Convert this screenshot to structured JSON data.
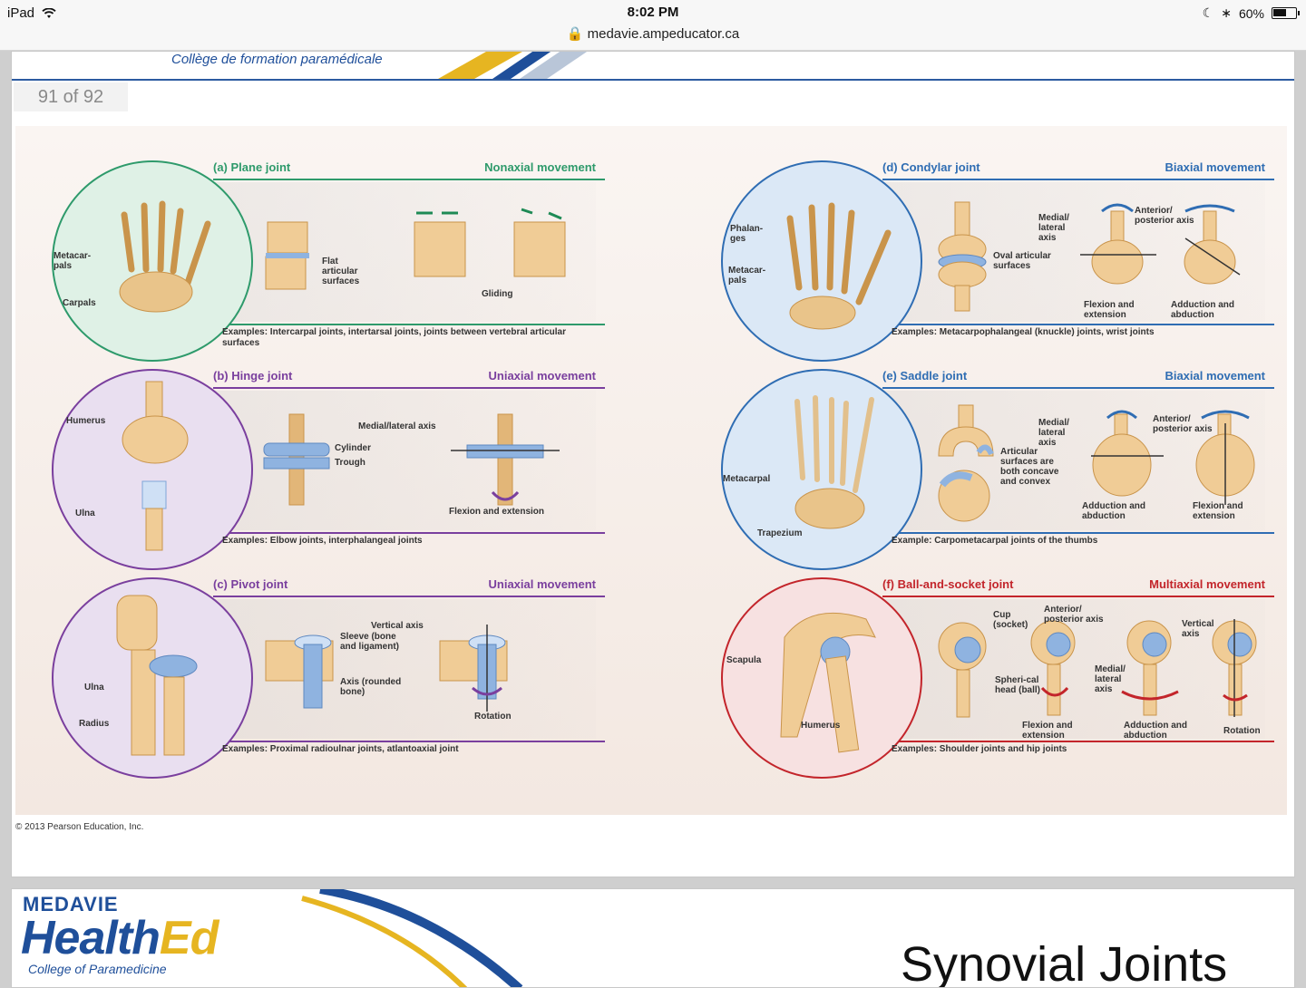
{
  "status_bar": {
    "device": "iPad",
    "time": "8:02 PM",
    "url": "medavie.ampeducator.ca",
    "battery": "60%",
    "battery_level": 0.6
  },
  "slide": {
    "college": "Collège de formation paramédicale",
    "counter": "91 of 92",
    "copyright": "© 2013 Pearson Education, Inc."
  },
  "colors": {
    "green": "#2e9a6b",
    "purple": "#7a3f9e",
    "blue": "#2f6db3",
    "red": "#c3252b"
  },
  "panels": [
    {
      "title": "(a) Plane joint",
      "movement": "Nonaxial movement",
      "examples": "Examples: Intercarpal joints, intertarsal joints, joints between vertebral articular surfaces",
      "labels": [
        "Metacar-pals",
        "Carpals",
        "Flat articular surfaces",
        "Gliding"
      ]
    },
    {
      "title": "(b) Hinge joint",
      "movement": "Uniaxial movement",
      "examples": "Examples: Elbow joints, interphalangeal joints",
      "labels": [
        "Humerus",
        "Ulna",
        "Medial/lateral axis",
        "Cylinder",
        "Trough",
        "Flexion and extension"
      ]
    },
    {
      "title": "(c) Pivot joint",
      "movement": "Uniaxial movement",
      "examples": "Examples: Proximal radioulnar joints, atlantoaxial joint",
      "labels": [
        "Ulna",
        "Radius",
        "Vertical axis",
        "Sleeve (bone and ligament)",
        "Axis (rounded bone)",
        "Rotation"
      ]
    },
    {
      "title": "(d) Condylar joint",
      "movement": "Biaxial movement",
      "examples": "Examples: Metacarpophalangeal (knuckle) joints, wrist joints",
      "labels": [
        "Phalan-ges",
        "Metacar-pals",
        "Oval articular surfaces",
        "Medial/ lateral axis",
        "Anterior/ posterior axis",
        "Flexion and extension",
        "Adduction and abduction"
      ]
    },
    {
      "title": "(e) Saddle joint",
      "movement": "Biaxial movement",
      "examples": "Example: Carpometacarpal joints of the thumbs",
      "labels": [
        "Metacarpal",
        "Trapezium",
        "Medial/ lateral axis",
        "Anterior/ posterior axis",
        "Articular surfaces are both concave and convex",
        "Adduction and abduction",
        "Flexion and extension"
      ]
    },
    {
      "title": "(f) Ball-and-socket joint",
      "movement": "Multiaxial movement",
      "examples": "Examples: Shoulder joints and hip joints",
      "labels": [
        "Scapula",
        "Humerus",
        "Cup (socket)",
        "Anterior/ posterior axis",
        "Vertical axis",
        "Medial/ lateral axis",
        "Spheri-cal head (ball)",
        "Flexion and extension",
        "Adduction and abduction",
        "Rotation"
      ]
    }
  ],
  "next_slide": {
    "brand_top": "MEDAVIE",
    "brand_health": "Health",
    "brand_ed": "Ed",
    "brand_sub": "College of Paramedicine",
    "title": "Synovial Joints"
  }
}
